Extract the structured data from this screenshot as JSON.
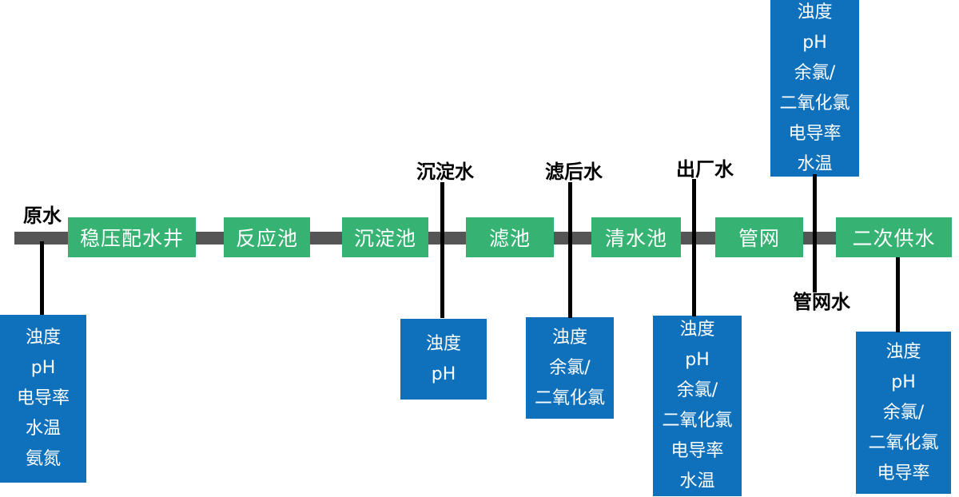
{
  "colors": {
    "stage_green": "#36B273",
    "monitor_blue": "#0F71BB",
    "pipe_gray": "#555555",
    "line_black": "#000000"
  },
  "stages": [
    {
      "label": "稳压配水井"
    },
    {
      "label": "反应池"
    },
    {
      "label": "沉淀池"
    },
    {
      "label": "滤池"
    },
    {
      "label": "清水池"
    },
    {
      "label": "管网"
    },
    {
      "label": "二次供水"
    }
  ],
  "sample_points": [
    {
      "label": "原水"
    },
    {
      "label": "沉淀水"
    },
    {
      "label": "滤后水"
    },
    {
      "label": "出厂水"
    },
    {
      "label": "管网水"
    }
  ],
  "monitors": [
    {
      "lines": [
        "浊度",
        "pH",
        "电导率",
        "水温",
        "氨氮"
      ]
    },
    {
      "lines": [
        "浊度",
        "pH"
      ]
    },
    {
      "lines": [
        "浊度",
        "余氯/",
        "二氧化氯"
      ]
    },
    {
      "lines": [
        "浊度",
        "pH",
        "余氯/",
        "二氧化氯",
        "电导率",
        "水温"
      ]
    },
    {
      "lines": [
        "浊度",
        "pH",
        "余氯/",
        "二氧化氯",
        "电导率",
        "水温"
      ]
    },
    {
      "lines": [
        "浊度",
        "pH",
        "余氯/",
        "二氧化氯",
        "电导率"
      ]
    }
  ]
}
